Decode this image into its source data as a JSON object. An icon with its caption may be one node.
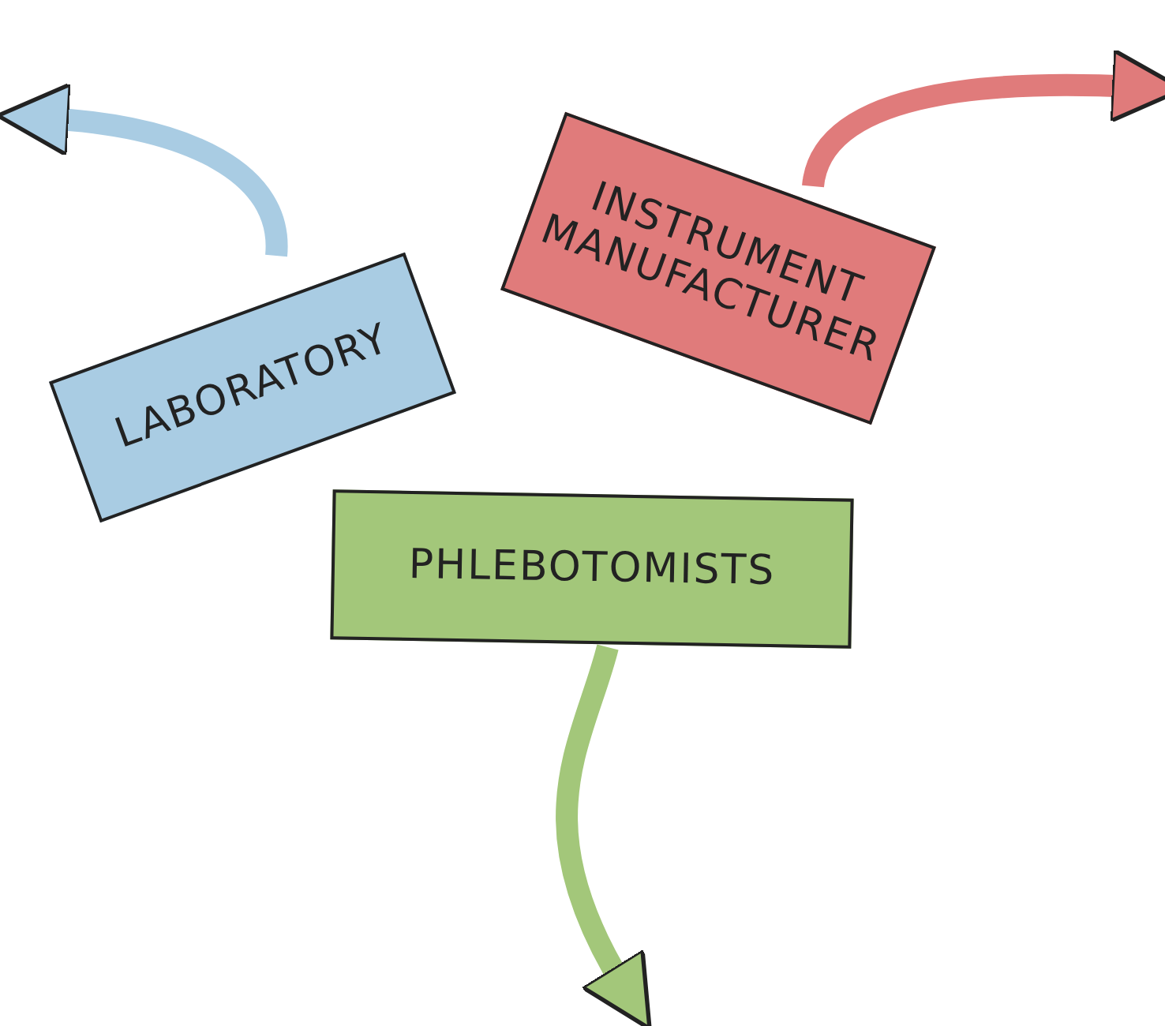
{
  "diagram": {
    "nodes": [
      {
        "text": [
          "LABORATORY"
        ]
      },
      {
        "text": [
          "INSTRUMENT MANUFACTURER"
        ]
      },
      {
        "text": [
          "PHLEBOTOMISTS"
        ]
      }
    ],
    "edges": [
      {
        "from": 0,
        "to": null,
        "arrow": "to",
        "color": "#a9cce3"
      },
      {
        "from": 1,
        "to": null,
        "arrow": "to",
        "color": "#e07b7b"
      },
      {
        "from": 2,
        "to": null,
        "arrow": "to",
        "color": "#a3c77a"
      }
    ]
  }
}
